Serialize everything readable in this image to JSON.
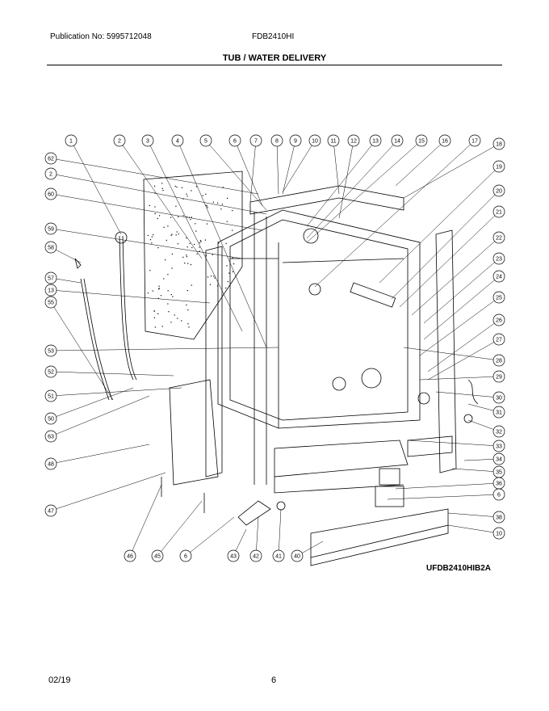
{
  "header": {
    "publication": "Publication No: 5995712048",
    "model": "FDB2410HI"
  },
  "title": "TUB / WATER DELIVERY",
  "figure_code": "UFDB2410HIB2A",
  "footer": {
    "date": "02/19",
    "page": "6"
  },
  "callouts": {
    "top_row": [
      "1",
      "2",
      "3",
      "4",
      "5",
      "6",
      "7",
      "8",
      "9",
      "10",
      "11",
      "12",
      "13",
      "14",
      "15",
      "16",
      "17"
    ],
    "right_column": [
      "18",
      "19",
      "20",
      "21",
      "22",
      "23",
      "24",
      "25",
      "26",
      "27",
      "28",
      "29",
      "30",
      "31",
      "32",
      "33",
      "34",
      "35",
      "36",
      "6",
      "38",
      "10"
    ],
    "left_column": [
      "62",
      "2",
      "60",
      "59",
      "58",
      "57",
      "13",
      "55",
      "53",
      "52",
      "51",
      "50",
      "63",
      "48",
      "47"
    ],
    "bottom_row": [
      "46",
      "45",
      "6",
      "43",
      "42",
      "41",
      "40"
    ]
  }
}
